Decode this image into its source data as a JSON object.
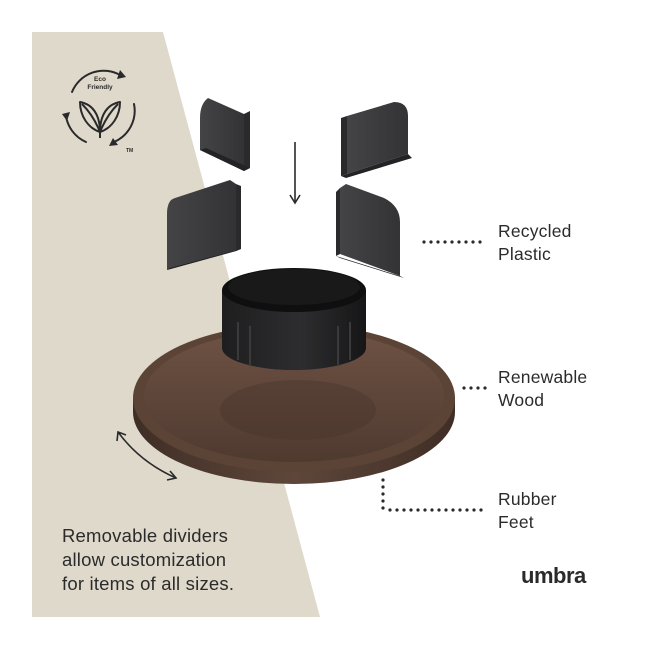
{
  "badge": {
    "label_line1": "Eco",
    "label_line2": "Friendly",
    "trademark": "TM",
    "icon": "leaf-icon"
  },
  "callouts": {
    "recycled": [
      "Recycled",
      "Plastic"
    ],
    "wood": [
      "Renewable",
      "Wood"
    ],
    "rubber": [
      "Rubber",
      "Feet"
    ]
  },
  "caption": [
    "Removable dividers",
    "allow customization",
    "for items of all sizes."
  ],
  "brand": "umbra",
  "colors": {
    "panel": "#dfd9cc",
    "plastic": "#3a3a3c",
    "wood": "#5a4034",
    "text": "#2b2b2b"
  }
}
